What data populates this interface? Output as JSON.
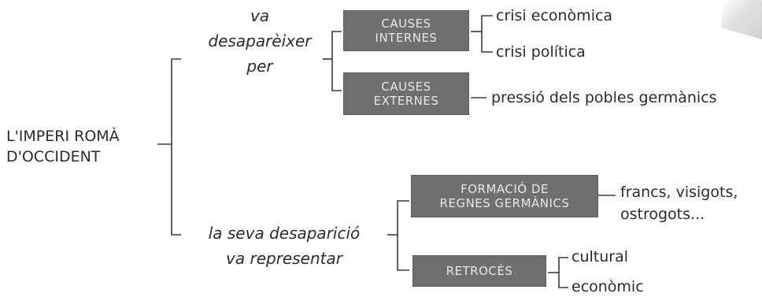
{
  "root": {
    "line1": "L'IMPERI ROMÀ",
    "line2": "D'OCCIDENT"
  },
  "upper_branch": {
    "verb_line1": "va",
    "verb_line2": "desaparèixer",
    "verb_line3": "per",
    "internal_box": {
      "line1": "CAUSES",
      "line2": "INTERNES",
      "items": [
        "crisi econòmica",
        "crisi política"
      ]
    },
    "external_box": {
      "line1": "CAUSES",
      "line2": "EXTERNES",
      "items": [
        "pressió dels pobles germànics"
      ]
    }
  },
  "lower_branch": {
    "verb_line1": "la seva desaparició",
    "verb_line2": "va representar",
    "kingdoms_box": {
      "line1": "FORMACIÓ DE",
      "line2": "REGNES GERMÀNICS",
      "items": [
        "francs, visigots,",
        "ostrogots..."
      ]
    },
    "decline_box": {
      "line1": "RETROCÉS",
      "items": [
        "cultural",
        "econòmic"
      ]
    }
  },
  "colors": {
    "box_fill": "#6f6f6f",
    "box_text": "#e8e8e8",
    "line": "#3a3a3a"
  }
}
